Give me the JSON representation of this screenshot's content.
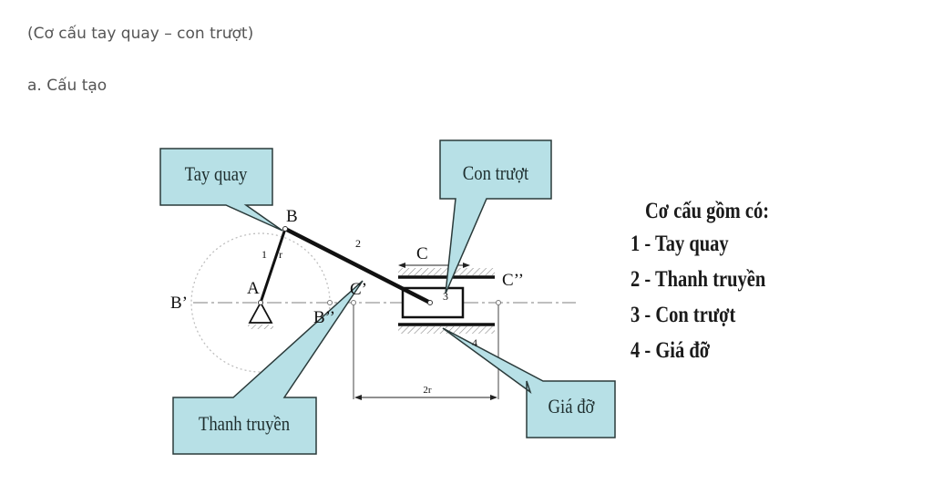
{
  "heading": "(Cơ cấu tay quay – con trượt)",
  "subheading": "a. Cấu tạo",
  "diagram": {
    "callouts": {
      "crank": "Tay quay",
      "slider": "Con trượt",
      "rod": "Thanh truyền",
      "frame": "Giá đỡ"
    },
    "labels": {
      "B": "B",
      "A": "A",
      "B_prime": "B’",
      "B_double": "B’’",
      "C": "C",
      "C_prime": "C’",
      "C_double": "C’’",
      "n1": "1",
      "n2": "2",
      "n3": "3",
      "n4": "4",
      "r": "r",
      "stroke": "2r"
    },
    "callout_fill": "#b7e0e6",
    "callout_border": "#2a3a3a"
  },
  "legend": {
    "title": "Cơ cấu gồm có:",
    "items": [
      "1 - Tay quay",
      "2 - Thanh truyền",
      "3 - Con trượt",
      "4 - Giá đỡ"
    ]
  }
}
